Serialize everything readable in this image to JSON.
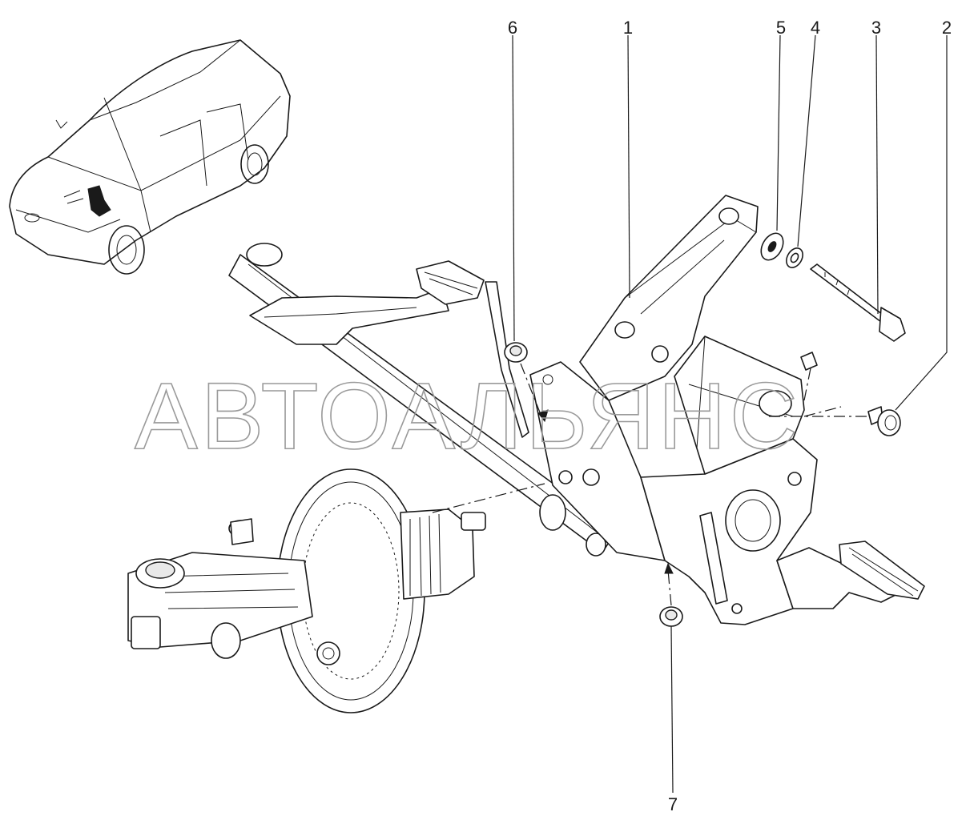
{
  "diagram": {
    "watermark": "АВТОАЛЬЯНС",
    "callouts": [
      {
        "id": "callout-1",
        "label": "1"
      },
      {
        "id": "callout-2",
        "label": "2"
      },
      {
        "id": "callout-3",
        "label": "3"
      },
      {
        "id": "callout-4",
        "label": "4"
      },
      {
        "id": "callout-5",
        "label": "5"
      },
      {
        "id": "callout-6",
        "label": "6"
      },
      {
        "id": "callout-7",
        "label": "7"
      }
    ]
  }
}
